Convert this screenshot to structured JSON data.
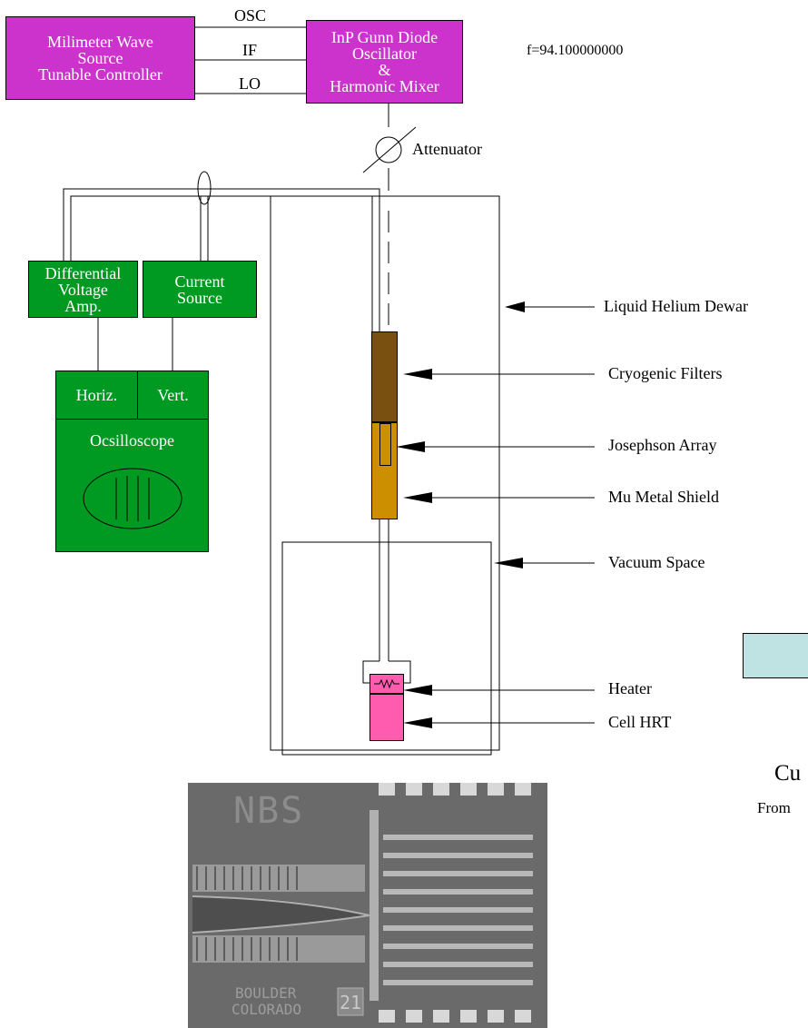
{
  "frequency_readout": "f=94.100000000",
  "source_box": {
    "line1": "Milimeter Wave",
    "line2": "Source",
    "line3": "Tunable Controller"
  },
  "oscillator_box": {
    "line1": "InP Gunn Diode",
    "line2": "Oscillator",
    "line3": "&",
    "line4": "Harmonic Mixer"
  },
  "connection_labels": {
    "osc": "OSC",
    "if": "IF",
    "lo": "LO"
  },
  "attenuator_label": "Attenuator",
  "diff_amp_box": {
    "line1": "Differential",
    "line2": "Voltage",
    "line3": "Amp."
  },
  "current_source_box": {
    "line1": "Current",
    "line2": "Source"
  },
  "oscilloscope": {
    "horiz": "Horiz.",
    "vert": "Vert.",
    "title": "Ocsilloscope"
  },
  "component_labels": {
    "dewar": "Liquid Helium Dewar",
    "filters": "Cryogenic Filters",
    "josephson": "Josephson Array",
    "shield": "Mu Metal Shield",
    "vacuum": "Vacuum Space",
    "heater": "Heater",
    "cell": "Cell HRT"
  },
  "right_fragment": {
    "line1": "Cu",
    "line2": "From"
  },
  "chip_photo": {
    "brand": "NBS",
    "location_line1": "BOULDER",
    "location_line2": "COLORADO",
    "chip_number": "21"
  },
  "colors": {
    "magenta": "#cc33cc",
    "green": "#009922",
    "filter_brown": "#7a5010",
    "shield_gold": "#cc8f00",
    "cell_pink": "#ff5cb0",
    "light_blue_box": "#bfe3e3"
  }
}
